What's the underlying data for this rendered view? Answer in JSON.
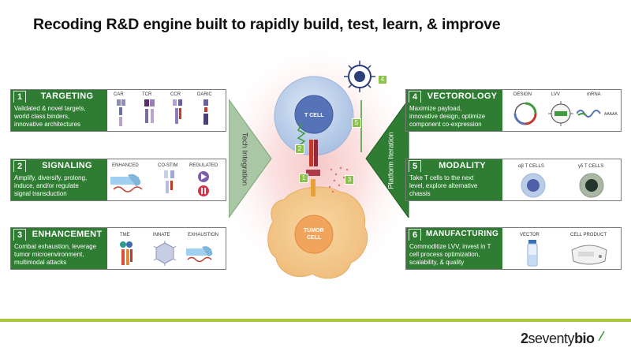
{
  "title": "Recoding R&D engine built to rapidly build, test, learn, & improve",
  "left_cards": [
    {
      "num": "1",
      "title": "TARGETING",
      "lines": [
        "Validated & novel targets,",
        "world class binders,",
        "innovative architectures"
      ],
      "labels": [
        "CAR",
        "TCR",
        "CCR",
        "DARIC"
      ]
    },
    {
      "num": "2",
      "title": "SIGNALING",
      "lines": [
        "Amplify, diversify, prolong,",
        "induce, and/or regulate",
        "signal transduction"
      ],
      "labels": [
        "ENHANCED",
        "CO-STIM",
        "REGULATED"
      ]
    },
    {
      "num": "3",
      "title": "ENHANCEMENT",
      "lines": [
        "Combat exhaustion, leverage",
        "tumor microenvironment,",
        "multimodal  attacks"
      ],
      "labels": [
        "TME",
        "INNATE",
        "EXHAUSTION"
      ]
    }
  ],
  "right_cards": [
    {
      "num": "4",
      "title": "VECTOROLOGY",
      "lines": [
        "Maximize payload,",
        "innovative design, optimize",
        "component co-expression"
      ],
      "labels": [
        "DESIGN",
        "LVV",
        "mRNA"
      ]
    },
    {
      "num": "5",
      "title": "MODALITY",
      "lines": [
        "Take T cells to the next",
        "level, explore alternative",
        "chassis"
      ],
      "labels": [
        "αβ T CELLS",
        "γδ T CELLS"
      ]
    },
    {
      "num": "6",
      "title": "MANUFACTURING",
      "lines": [
        "Commoditize LVV, invest in T",
        "cell process optimization,",
        "scalability, & quality"
      ],
      "labels": [
        "VECTOR",
        "CELL PRODUCT"
      ]
    }
  ],
  "center": {
    "t_cell_label": "T CELL",
    "tumor_cell_label_1": "TUMOR",
    "tumor_cell_label_2": "CELL",
    "left_arrow_label": "Tech Integration",
    "right_arrow_label": "Platform Iteration",
    "markers": [
      "1",
      "2",
      "3",
      "4",
      "5"
    ]
  },
  "mrna_tail": "AAAAA",
  "logo": {
    "part1": "2",
    "part2": "seventy",
    "part3": "bio"
  },
  "colors": {
    "green": "#2e7d32",
    "accent_lime": "#a7c83d",
    "t_cell": "#b9cde8",
    "tumor": "#f2c98b"
  }
}
